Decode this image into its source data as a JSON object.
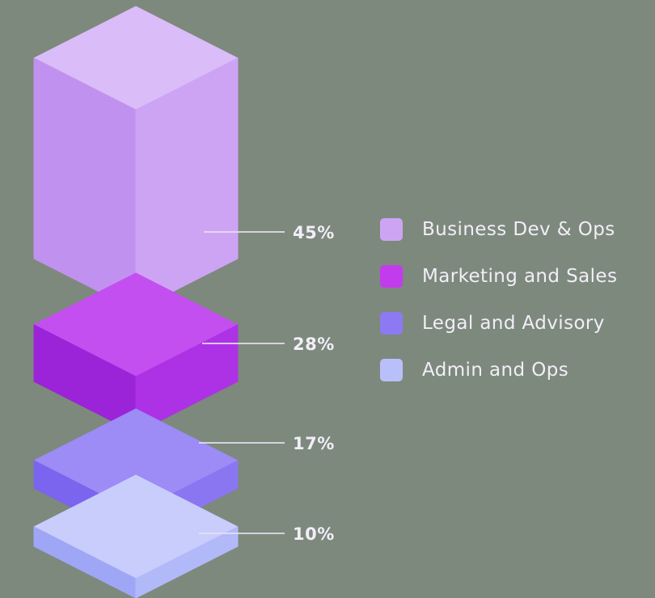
{
  "background_color": "#7d897c",
  "text_color": "#f2eef9",
  "callout_line_color": "#e6e0f2",
  "chart_data": {
    "type": "bar",
    "variant": "isometric-3d-stacked-column",
    "title": "",
    "categories": [
      "Business Dev & Ops",
      "Marketing and Sales",
      "Legal and Advisory",
      "Admin and Ops"
    ],
    "values": [
      45,
      28,
      17,
      10
    ],
    "unit": "%",
    "value_labels": [
      "45%",
      "28%",
      "17%",
      "10%"
    ],
    "value_label_position": "right-callout",
    "legend_position": "right",
    "grid": false,
    "axes": false
  },
  "segments": [
    {
      "label": "Business Dev & Ops",
      "value": 45,
      "value_label": "45%",
      "swatch_color": "#cda4f3",
      "face_top": "#d9bcf8",
      "face_left": "#c191ef",
      "face_right": "#cda4f4"
    },
    {
      "label": "Marketing and Sales",
      "value": 28,
      "value_label": "28%",
      "swatch_color": "#c23ced",
      "face_top": "#c44ff0",
      "face_left": "#9b23d8",
      "face_right": "#ad32e5"
    },
    {
      "label": "Legal and Advisory",
      "value": 17,
      "value_label": "17%",
      "swatch_color": "#8d7af2",
      "face_top": "#9d8bf6",
      "face_left": "#7b64ee",
      "face_right": "#8b76f2"
    },
    {
      "label": "Admin and Ops",
      "value": 10,
      "value_label": "10%",
      "swatch_color": "#b9c0f9",
      "face_top": "#c9cdfc",
      "face_left": "#9fa6f6",
      "face_right": "#b2b9f9"
    }
  ]
}
